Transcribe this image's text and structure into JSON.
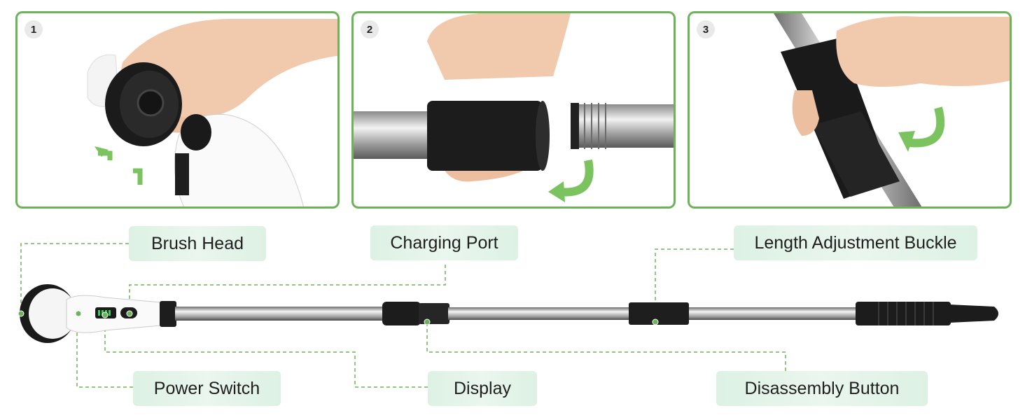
{
  "steps": [
    {
      "number": "1"
    },
    {
      "number": "2"
    },
    {
      "number": "3"
    }
  ],
  "labels": {
    "brush_head": "Brush Head",
    "charging_port": "Charging Port",
    "length_adjustment_buckle": "Length Adjustment Buckle",
    "power_switch": "Power Switch",
    "display": "Display",
    "disassembly_button": "Disassembly Button"
  },
  "colors": {
    "panel_border": "#6db35a",
    "label_background": "#ddf1e4",
    "callout_line": "#6db35a",
    "arrow_green": "#7ac35f"
  }
}
